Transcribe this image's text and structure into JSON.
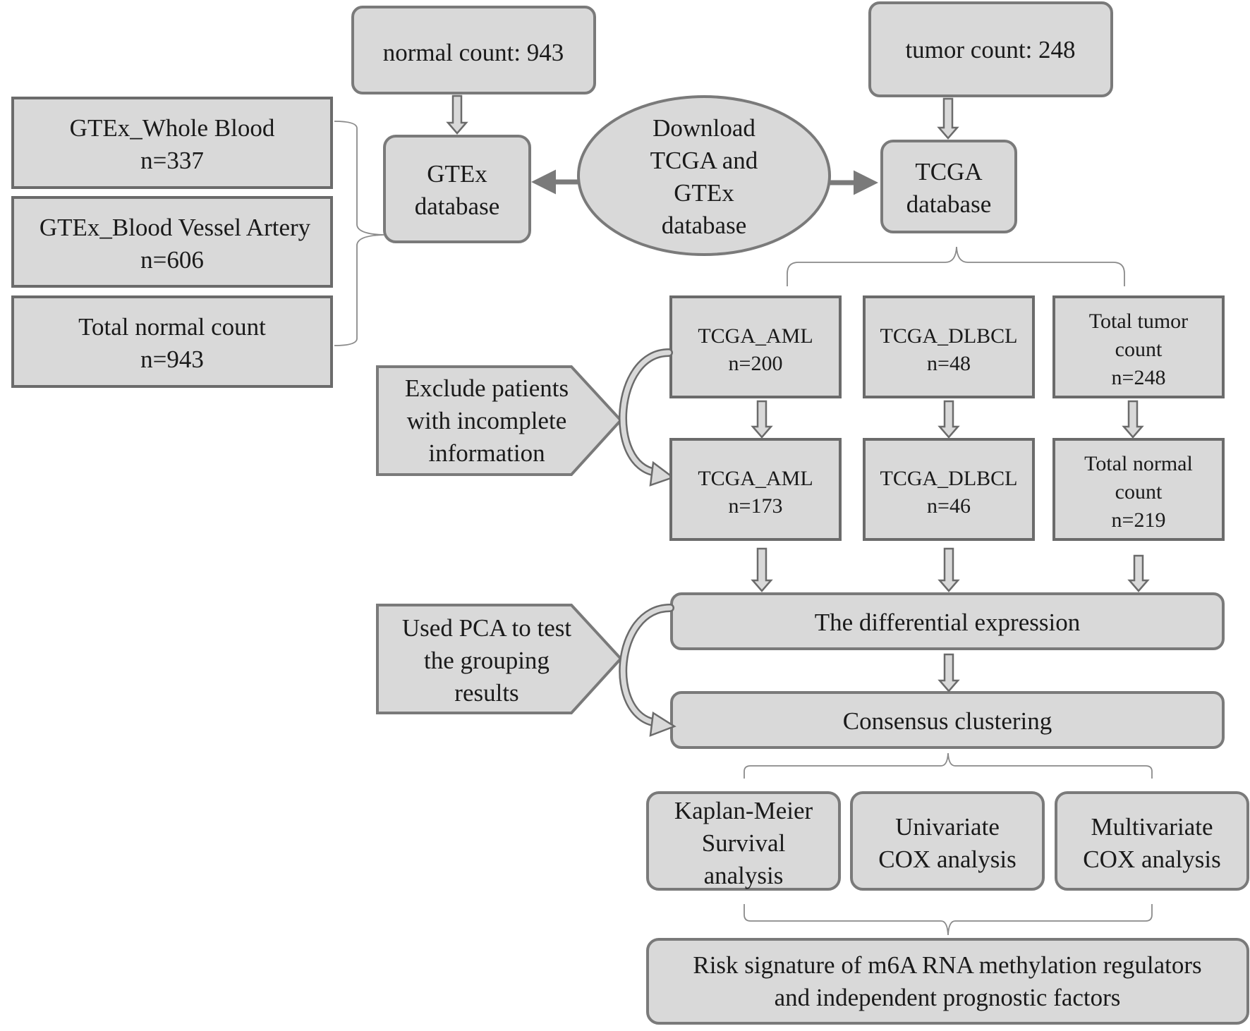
{
  "normal_count": "normal count: 943",
  "tumor_count": "tumor count: 248",
  "gtex_whole_blood": [
    "GTEx_Whole Blood",
    "n=337"
  ],
  "gtex_blood_vessel": [
    "GTEx_Blood Vessel Artery",
    "n=606"
  ],
  "gtex_total_normal": [
    "Total normal count",
    "n=943"
  ],
  "gtex_database": [
    "GTEx",
    "database"
  ],
  "download": [
    "Download",
    "TCGA and",
    "GTEx",
    "database"
  ],
  "tcga_database": [
    "TCGA",
    "database"
  ],
  "tcga_aml_before": [
    "TCGA_AML",
    "n=200"
  ],
  "tcga_dlbcl_before": [
    "TCGA_DLBCL",
    "n=48"
  ],
  "total_tumor": [
    "Total tumor",
    "count",
    "n=248"
  ],
  "exclude": [
    "Exclude patients",
    "with incomplete",
    "information"
  ],
  "tcga_aml_after": [
    "TCGA_AML",
    "n=173"
  ],
  "tcga_dlbcl_after": [
    "TCGA_DLBCL",
    "n=46"
  ],
  "total_normal_after": [
    "Total normal",
    "count",
    "n=219"
  ],
  "pca": [
    "Used PCA to test",
    "the grouping",
    "results"
  ],
  "differential": "The differential expression",
  "consensus": "Consensus clustering",
  "kaplan": [
    "Kaplan-Meier",
    "Survival",
    "analysis"
  ],
  "univariate": [
    "Univariate",
    "COX analysis"
  ],
  "multivariate": [
    "Multivariate",
    "COX analysis"
  ],
  "risk": [
    "Risk signature of m6A RNA methylation regulators",
    "and independent prognostic factors"
  ],
  "colors": {
    "box_fill": "#d9d9d9",
    "border": "#6b6b6b",
    "text": "#1a1a1a"
  }
}
